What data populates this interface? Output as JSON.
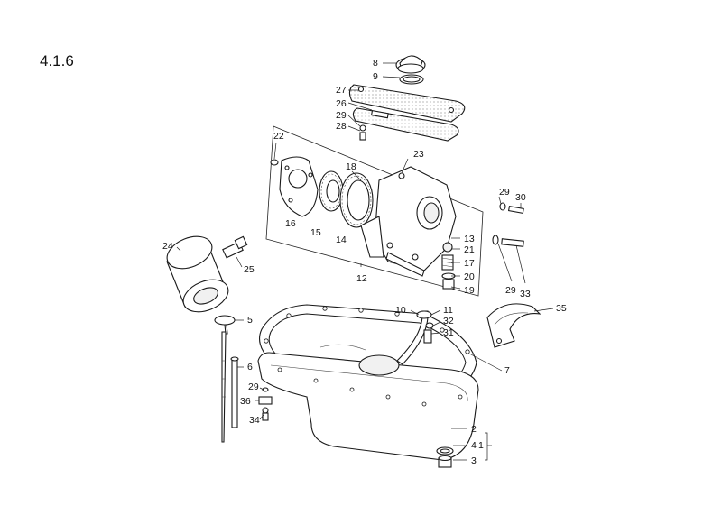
{
  "figure": {
    "number": "4.1.6"
  },
  "callouts": [
    "1",
    "2",
    "3",
    "4",
    "5",
    "6",
    "7",
    "8",
    "9",
    "10",
    "11",
    "12",
    "13",
    "14",
    "15",
    "16",
    "17",
    "18",
    "19",
    "20",
    "21",
    "22",
    "23",
    "24",
    "25",
    "26",
    "27",
    "28",
    "29",
    "29",
    "29",
    "29",
    "30",
    "31",
    "32",
    "33",
    "34",
    "35",
    "36"
  ]
}
